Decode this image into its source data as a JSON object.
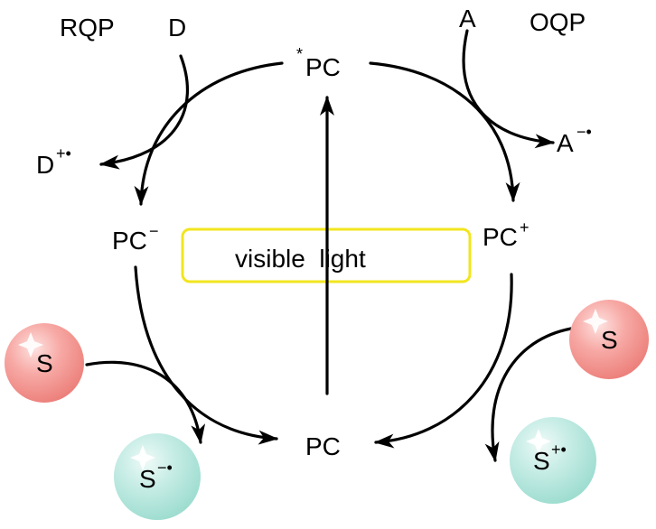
{
  "labels": {
    "rqp": "RQP",
    "oqp": "OQP",
    "donor": "D",
    "acceptor": "A",
    "pc_excited_star": "*",
    "pc_excited": "PC",
    "donor_radical_cation_base": "D",
    "donor_radical_cation_sup": "+•",
    "acceptor_radical_anion_base": "A",
    "acceptor_radical_anion_sup": "−•",
    "pc_reduced_base": "PC",
    "pc_reduced_sup": "−",
    "pc_oxidized_base": "PC",
    "pc_oxidized_sup": "+",
    "pc_ground": "PC",
    "visible_light": "visible  light",
    "substrate_left": "S",
    "substrate_right": "S",
    "product_left_base": "S",
    "product_left_sup": "−•",
    "product_right_base": "S",
    "product_right_sup": "+•"
  },
  "colors": {
    "highlight_box": "#f2e51e",
    "substrate_sphere": "#f08a86",
    "product_sphere": "#a9e3d8",
    "arrow": "#000000"
  }
}
